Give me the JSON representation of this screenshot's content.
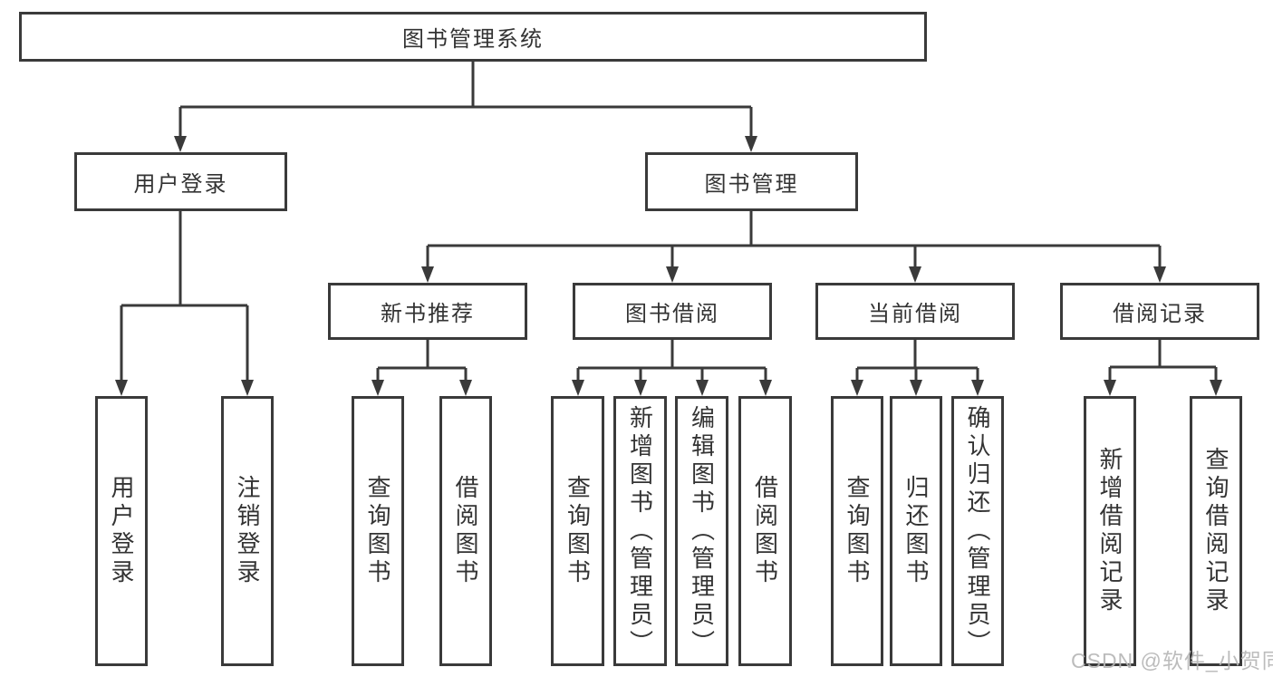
{
  "tree": {
    "root": {
      "label": "图书管理系统",
      "children": [
        {
          "label": "用户登录",
          "children": [
            {
              "label": "用户登录"
            },
            {
              "label": "注销登录"
            }
          ]
        },
        {
          "label": "图书管理",
          "children": [
            {
              "label": "新书推荐",
              "children": [
                {
                  "label": "查询图书"
                },
                {
                  "label": "借阅图书"
                }
              ]
            },
            {
              "label": "图书借阅",
              "children": [
                {
                  "label": "查询图书"
                },
                {
                  "label": "新增图书（管理员）"
                },
                {
                  "label": "编辑图书（管理员）"
                },
                {
                  "label": "借阅图书"
                }
              ]
            },
            {
              "label": "当前借阅",
              "children": [
                {
                  "label": "查询图书"
                },
                {
                  "label": "归还图书"
                },
                {
                  "label": "确认归还（管理员）"
                }
              ]
            },
            {
              "label": "借阅记录",
              "children": [
                {
                  "label": "新增借阅记录"
                },
                {
                  "label": "查询借阅记录"
                }
              ]
            }
          ]
        }
      ]
    }
  },
  "watermark": "CSDN @软件_小贺同学",
  "colors": {
    "line": "#3a3a3a",
    "text": "#333333",
    "watermark": "#b5b5b5",
    "background": "#ffffff"
  }
}
